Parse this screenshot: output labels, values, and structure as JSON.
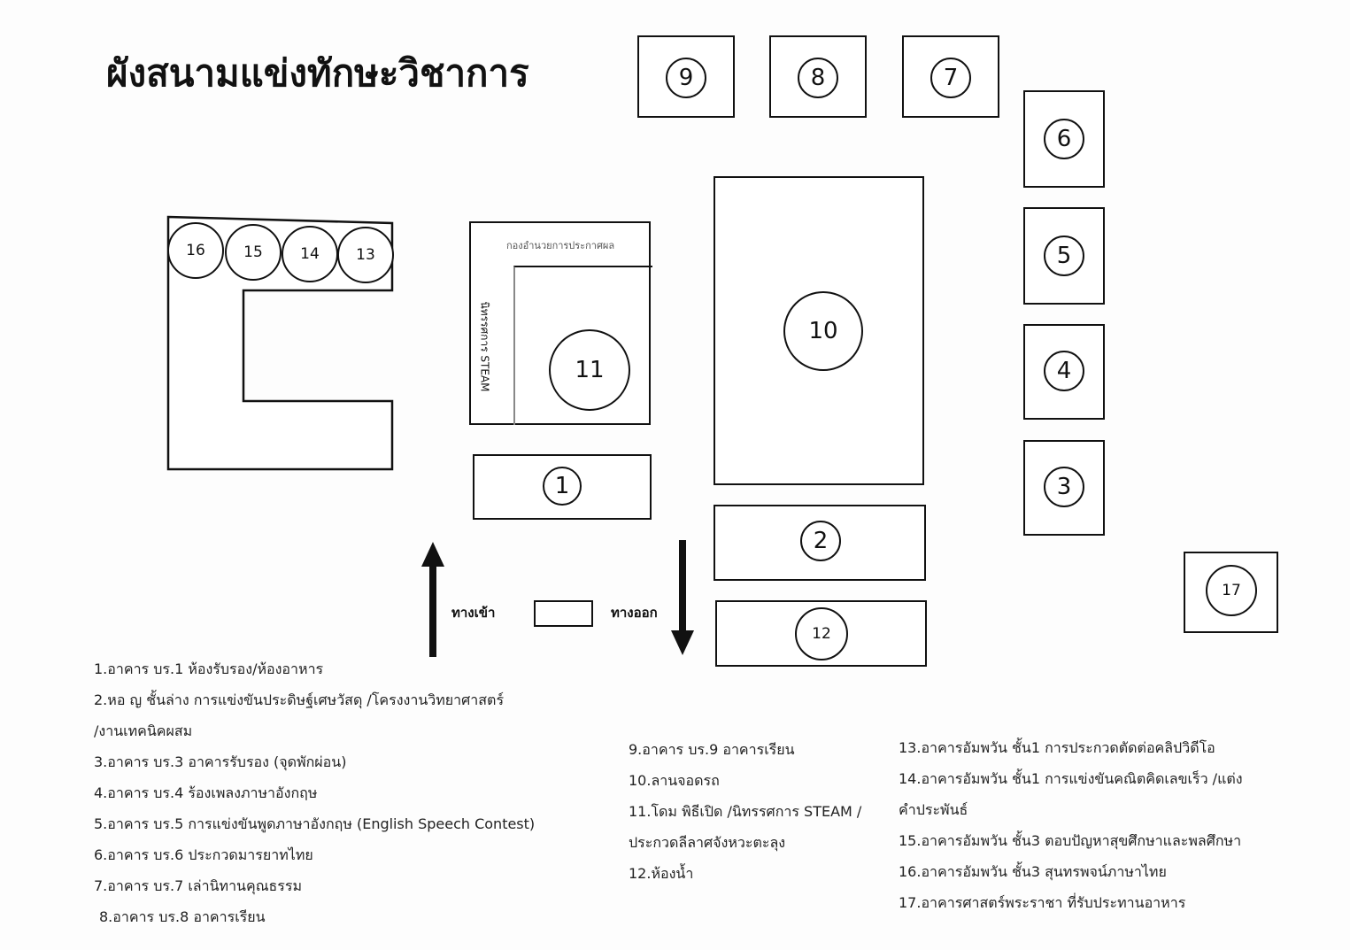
{
  "title": "ผังสนามแข่งทักษะวิชาการ",
  "buildings": {
    "b1": "1",
    "b2": "2",
    "b3": "3",
    "b4": "4",
    "b5": "5",
    "b6": "6",
    "b7": "7",
    "b8": "8",
    "b9": "9",
    "b10": "10",
    "b11": "11",
    "b12": "12",
    "b13": "13",
    "b14": "14",
    "b15": "15",
    "b16": "16",
    "b17": "17"
  },
  "dome_labels": {
    "top": "กองอำนวยการประกาศผล",
    "side": "นิทรรศการ STEAM"
  },
  "entrance_label": "ทางเข้า",
  "exit_label": "ทางออก",
  "legend": [
    "1.อาคาร บร.1 ห้องรับรอง/ห้องอาหาร",
    "2.หอ ญ ชั้นล่าง การแข่งขันประดิษฐ์เศษวัสดุ /โครงงานวิทยาศาสตร์",
    "/งานเทคนิคผสม",
    "3.อาคาร บร.3 อาคารรับรอง (จุดพักผ่อน)",
    "4.อาคาร บร.4 ร้องเพลงภาษาอังกฤษ",
    "5.อาคาร บร.5 การแข่งขันพูดภาษาอังกฤษ (English  Speech  Contest)",
    "6.อาคาร บร.6 ประกวดมารยาทไทย",
    "7.อาคาร บร.7 เล่านิทานคุณธรรม",
    "8.อาคาร บร.8 อาคารเรียน",
    "9.อาคาร บร.9 อาคารเรียน",
    "10.ลานจอดรถ",
    "11.โดม พิธีเปิด /นิทรรศการ STEAM /",
    "ประกวดลีลาศจังหวะตะลุง",
    "12.ห้องน้ำ",
    "13.อาคารอัมพวัน ชั้น1 การประกวดตัดต่อคลิปวิดีโอ",
    "14.อาคารอัมพวัน ชั้น1 การแข่งขันคณิตคิดเลขเร็ว /แต่ง",
    "คำประพันธ์",
    "15.อาคารอัมพวัน ชั้น3 ตอบปัญหาสุขศึกษาและพลศึกษา",
    "16.อาคารอัมพวัน ชั้น3 สุนทรพจน์ภาษาไทย",
    "17.อาคารศาสตร์พระราชา ที่รับประทานอาหาร"
  ]
}
